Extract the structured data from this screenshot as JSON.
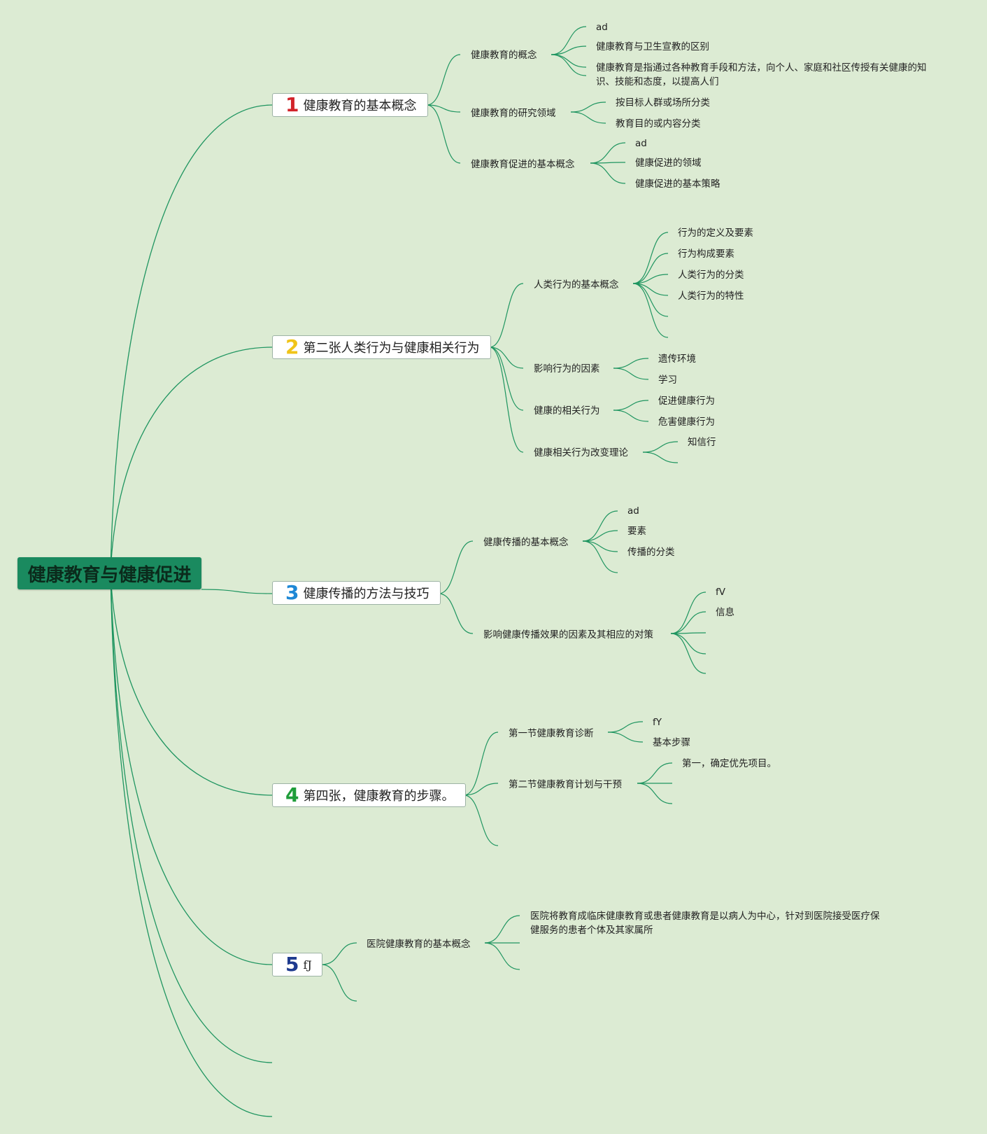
{
  "root": {
    "title": "健康教育与健康促进"
  },
  "topics": [
    {
      "num": "1",
      "num_color": "#d2232a",
      "label": "健康教育的基本概念"
    },
    {
      "num": "2",
      "num_color": "#f0c419",
      "label": "第二张人类行为与健康相关行为"
    },
    {
      "num": "3",
      "num_color": "#1e88d6",
      "label": "健康传播的方法与技巧"
    },
    {
      "num": "4",
      "num_color": "#1f9d3a",
      "label": "第四张，健康教育的步骤。"
    },
    {
      "num": "5",
      "num_color": "#1f3b8f",
      "label": "fJ"
    }
  ],
  "t1": {
    "s1": {
      "label": "健康教育的概念",
      "items": [
        "ad",
        "健康教育与卫生宣教的区别",
        "健康教育是指通过各种教育手段和方法，向个人、家庭和社区传授有关健康的知识、技能和态度，以提高人们"
      ]
    },
    "s2": {
      "label": "健康教育的研究领域",
      "items": [
        "按目标人群或场所分类",
        "教育目的或内容分类"
      ]
    },
    "s3": {
      "label": "健康教育促进的基本概念",
      "items": [
        "ad",
        "健康促进的领域",
        "健康促进的基本策略"
      ]
    }
  },
  "t2": {
    "s1": {
      "label": "人类行为的基本概念",
      "items": [
        "行为的定义及要素",
        "行为构成要素",
        "人类行为的分类",
        "人类行为的特性"
      ]
    },
    "s2": {
      "label": "影响行为的因素",
      "items": [
        "遗传环境",
        "学习"
      ]
    },
    "s3": {
      "label": "健康的相关行为",
      "items": [
        "促进健康行为",
        "危害健康行为"
      ]
    },
    "s4": {
      "label": "健康相关行为改变理论",
      "items": [
        "知信行"
      ]
    }
  },
  "t3": {
    "s1": {
      "label": "健康传播的基本概念",
      "items": [
        "ad",
        "要素",
        "传播的分类"
      ]
    },
    "s2": {
      "label": "影响健康传播效果的因素及其相应的对策",
      "items": [
        "fV",
        "信息"
      ]
    }
  },
  "t4": {
    "s1": {
      "label": "第一节健康教育诊断",
      "items": [
        "fY",
        "基本步骤"
      ]
    },
    "s2": {
      "label": "第二节健康教育计划与干预",
      "items": [
        "第一，确定优先项目。"
      ]
    }
  },
  "t5": {
    "s1": {
      "label": "医院健康教育的基本概念",
      "items": [
        "医院将教育成临床健康教育或患者健康教育是以病人为中心，针对到医院接受医疗保健服务的患者个体及其家属所"
      ]
    }
  },
  "colors": {
    "line": "#1f9560",
    "background": "#dcebd3",
    "root_bg": "#1a8a5f"
  }
}
